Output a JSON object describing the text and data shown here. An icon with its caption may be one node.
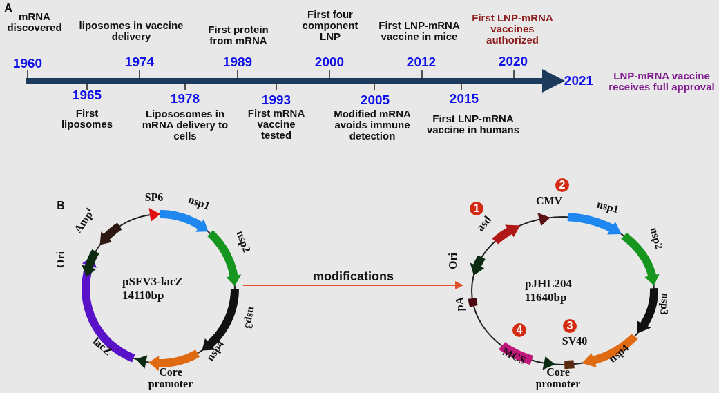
{
  "diagram": {
    "nodes": [
      {
        "text": [
          "pSFV3-lacZ 14110bp"
        ]
      },
      {
        "text": [
          "pJHL204 11640bp"
        ]
      }
    ],
    "edges": [
      {
        "from": 0,
        "to": 1,
        "arrow": "to",
        "label": "modifications"
      }
    ],
    "labels": [
      "A",
      "mRNA discovered",
      "liposomes in vaccine delivery",
      "First protein from mRNA",
      "First four component LNP",
      "First LNP-mRNA vaccine in mice",
      "First LNP-mRNA vaccines authorized",
      "1960",
      "1974",
      "1989",
      "2000",
      "2012",
      "2020",
      "2021",
      "LNP-mRNA vaccine receives full approval",
      "1965",
      "1978",
      "1993",
      "2005",
      "2015",
      "First liposomes",
      "Lipososomes in mRNA delivery to cells",
      "First mRNA vaccine tested",
      "Modified mRNA avoids immune detection",
      "First LNP-mRNA vaccine in humans",
      "B",
      "SP6",
      "nsp1",
      "nsp2",
      "nsp3",
      "nsp4",
      "Core promoter",
      "lacZ",
      "Ori",
      "Amp$^{r}$",
      "1",
      "asd",
      "2",
      "CMV",
      "nsp1",
      "nsp2",
      "nsp3",
      "nsp4",
      "3",
      "SV40",
      "Core promoter",
      "4",
      "MCS",
      "pA",
      "Ori"
    ]
  }
}
